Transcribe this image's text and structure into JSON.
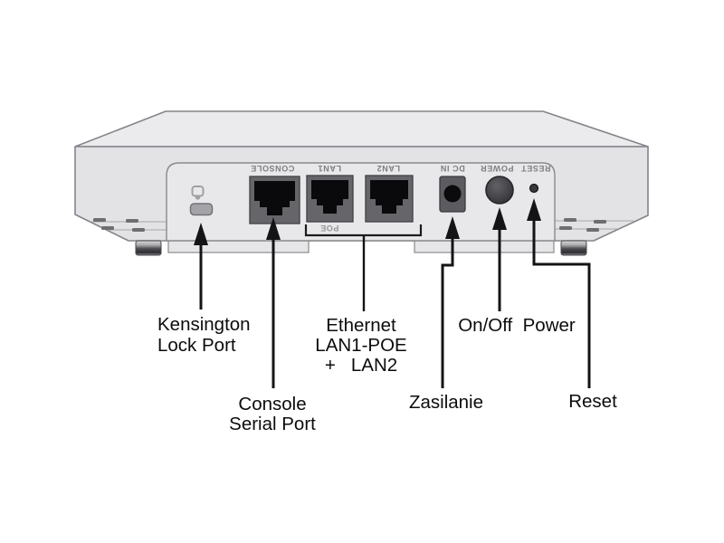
{
  "device_panel": {
    "console_port_label": "CONSOLE",
    "lan1_port_label": "LAN1",
    "lan2_port_label": "LAN2",
    "poe_group_label": "POE",
    "dc_in_label": "DC IN",
    "power_label": "POWER",
    "reset_label": "RESET"
  },
  "callouts": {
    "kensington": {
      "line1": "Kensington",
      "line2": "Lock Port"
    },
    "console": {
      "line1": "Console",
      "line2": "Serial Port"
    },
    "ethernet": {
      "line1": "Ethernet",
      "line2": "LAN1-POE",
      "line3": "+   LAN2"
    },
    "power": {
      "label": "On/Off  Power"
    },
    "zasilanie": {
      "label": "Zasilanie"
    },
    "reset": {
      "label": "Reset"
    }
  },
  "colors": {
    "background": "#ffffff",
    "chassis_fill": "#e3e3e6",
    "chassis_top_fill": "#ebebed",
    "panel_fill": "#e8e8eb",
    "outline": "#84848a",
    "port_body": "#66666a",
    "port_opening": "#0a0a0c",
    "panel_text": "#7d7d82",
    "callout_ink": "#141416"
  }
}
